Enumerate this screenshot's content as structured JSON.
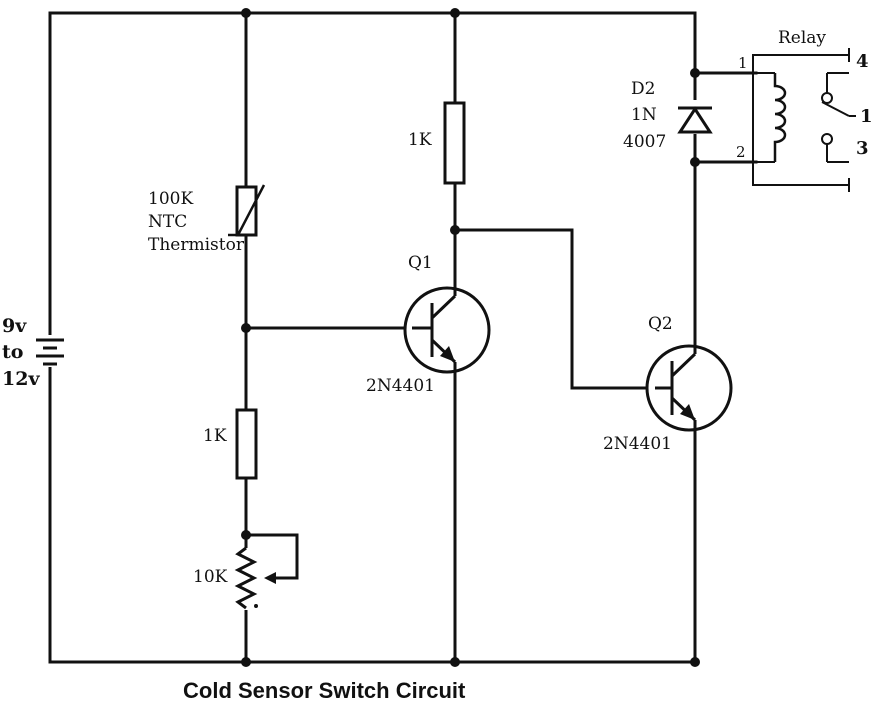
{
  "diagram": {
    "title": "Cold Sensor Switch Circuit",
    "supply": {
      "line1": "9v",
      "line2": "to",
      "line3": "12v"
    },
    "thermistor": {
      "value": "100K",
      "type": "NTC",
      "name": "Thermistor"
    },
    "r_top": {
      "value": "1K"
    },
    "r_bottom": {
      "value": "1K"
    },
    "pot": {
      "value": "10K"
    },
    "q1": {
      "name": "Q1",
      "part": "2N4401"
    },
    "q2": {
      "name": "Q2",
      "part": "2N4401"
    },
    "diode": {
      "name": "D2",
      "part1": "1N",
      "part2": "4007"
    },
    "relay": {
      "label": "Relay",
      "pin1": "1",
      "pin2": "2",
      "contact_4": "4",
      "contact_1": "1",
      "contact_3": "3"
    }
  }
}
